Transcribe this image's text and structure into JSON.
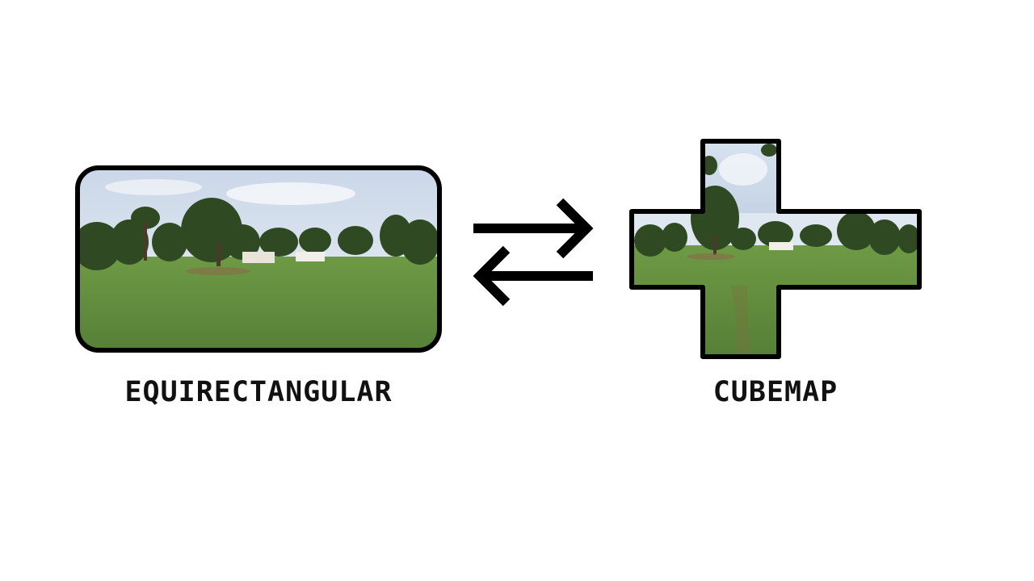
{
  "diagram": {
    "left": {
      "label": "EQUIRECTANGULAR"
    },
    "right": {
      "label": "CUBEMAP"
    },
    "connector": {
      "type": "bidirectional-arrows"
    }
  },
  "colors": {
    "background": "#ffffff",
    "outline": "#000000",
    "text": "#111111",
    "sky": "#dfe8f2",
    "grass": "#5d8a3c",
    "trees": "#2f4a22"
  },
  "icons": {
    "arrow-right": "arrow-right-icon",
    "arrow-left": "arrow-left-icon"
  }
}
